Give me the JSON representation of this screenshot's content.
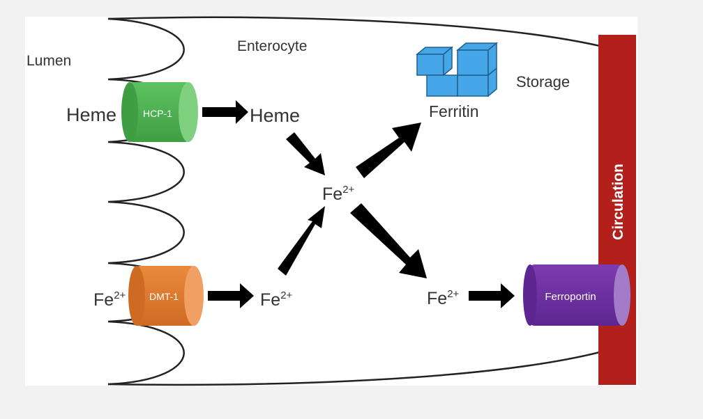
{
  "labels": {
    "lumen": "Lumen",
    "enterocyte": "Enterocyte",
    "storage": "Storage",
    "circulation": "Circulation",
    "heme_outside": "Heme",
    "heme_inside": "Heme",
    "ferritin": "Ferritin",
    "fe_center": "Fe",
    "fe_lumen": "Fe",
    "fe_after_dmt": "Fe",
    "fe_before_ferroportin": "Fe",
    "fe_charge": "2+"
  },
  "transporters": {
    "hcp1": "HCP-1",
    "dmt1": "DMT-1",
    "ferroportin": "Ferroportin"
  },
  "colors": {
    "background": "#f2f2f2",
    "panel": "#ffffff",
    "hcp1": "#4caf50",
    "dmt1": "#e07a2e",
    "ferroportin": "#6d2f9e",
    "circulation": "#b3201c",
    "ferritin": "#45a7e8",
    "arrow": "#000000",
    "text": "#333333"
  }
}
